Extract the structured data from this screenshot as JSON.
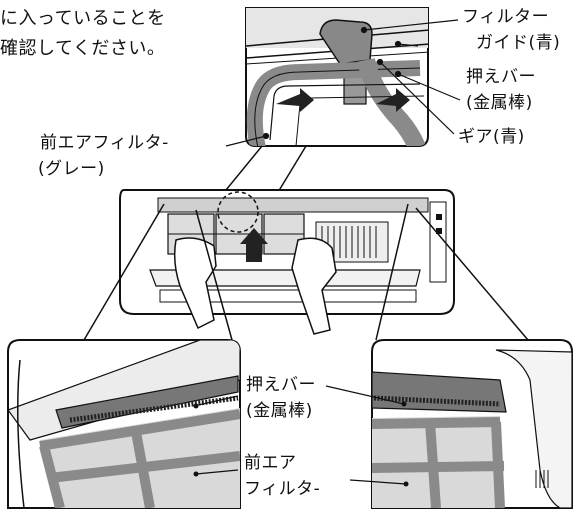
{
  "instruction_fragment": {
    "line1": "に入っていることを",
    "line2": "確認してください。"
  },
  "labels": {
    "filter_guide_line1": "フィルター",
    "filter_guide_line2": "ガイド(青)",
    "press_bar_top_line1": "押えバー",
    "press_bar_top_line2": "(金属棒)",
    "gear": "ギア(青)",
    "front_filter_gray_line1": "前エアフィルタ-",
    "front_filter_gray_line2": "(グレー)",
    "press_bar_bottom_line1": "押えバー",
    "press_bar_bottom_line2": "(金属棒)",
    "front_filter_bottom_line1": "前エア",
    "front_filter_bottom_line2": "フィルタ-"
  }
}
